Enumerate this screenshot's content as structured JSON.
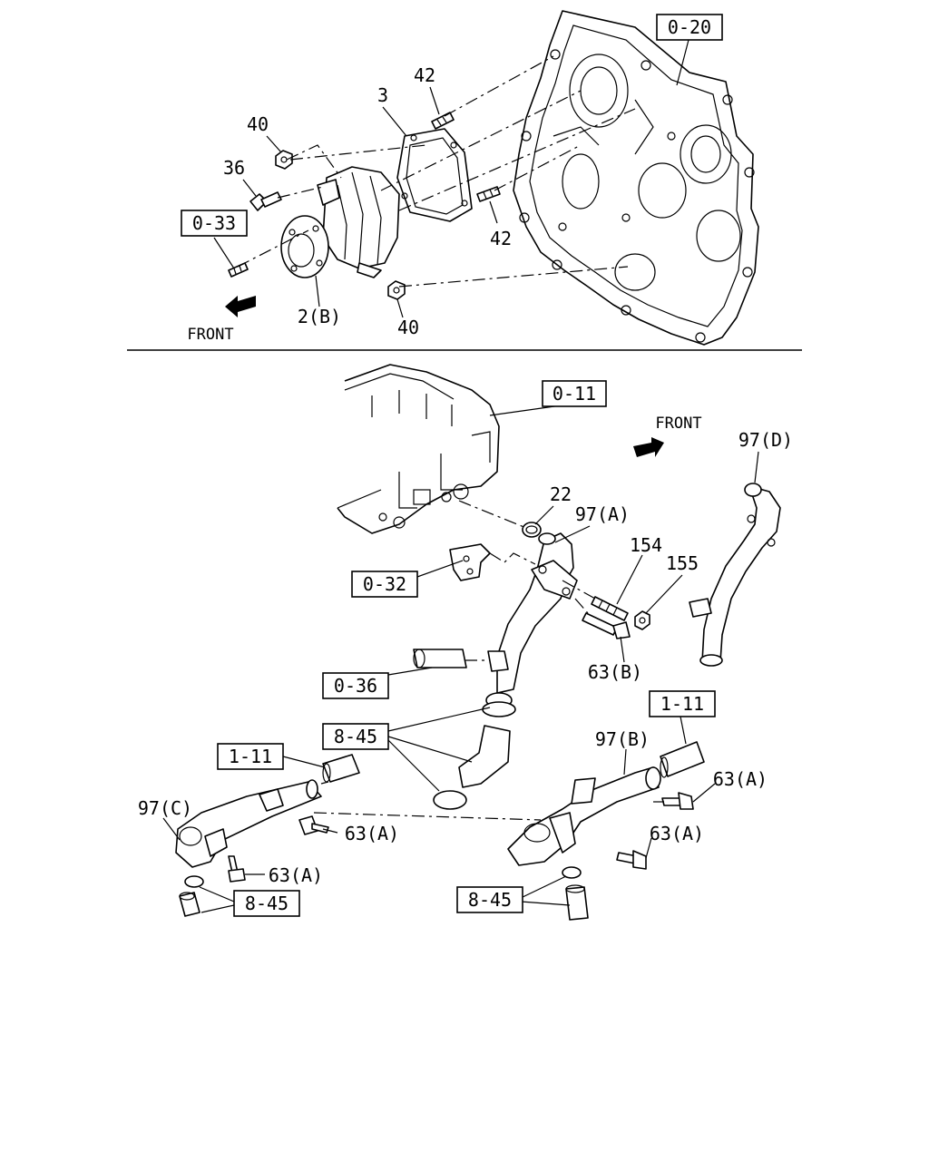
{
  "refs": {
    "r0_20": "0-20",
    "r0_33": "0-33",
    "r0_11": "0-11",
    "r0_32": "0-32",
    "r0_36": "0-36",
    "r1_11a": "1-11",
    "r1_11b": "1-11",
    "r8_45a": "8-45",
    "r8_45b": "8-45",
    "r8_45c": "8-45"
  },
  "labels": {
    "p42a": "42",
    "p3": "3",
    "p40a": "40",
    "p36": "36",
    "p42b": "42",
    "p2b": "2(B)",
    "p40b": "40",
    "p22": "22",
    "p97a": "97(A)",
    "p97d": "97(D)",
    "p154": "154",
    "p155": "155",
    "p63b": "63(B)",
    "p97b": "97(B)",
    "p63a1": "63(A)",
    "p63a2": "63(A)",
    "p97c": "97(C)",
    "p63a3": "63(A)",
    "p63a4": "63(A)"
  },
  "front": {
    "top": "FRONT",
    "mid": "FRONT"
  },
  "icons": [
    "front-arrow-icon",
    "water-pump",
    "gasket",
    "stud",
    "nut",
    "bolt",
    "o-ring",
    "pipe",
    "hose",
    "clamp"
  ]
}
